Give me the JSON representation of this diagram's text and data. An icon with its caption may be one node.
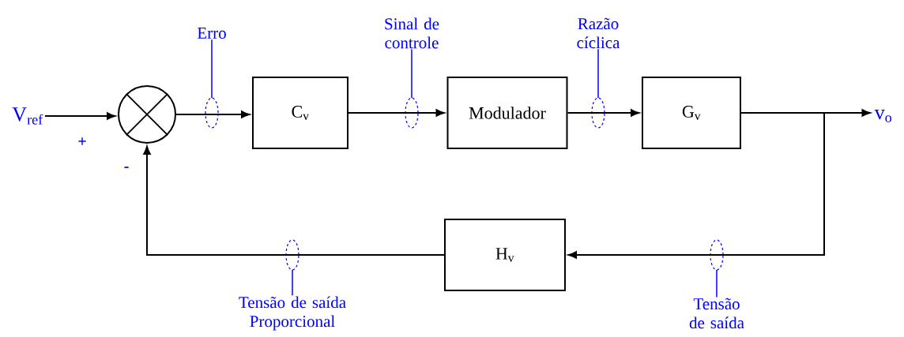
{
  "diagram": {
    "nodes": [
      {
        "text": [
          "V$_{ref}$"
        ]
      },
      {
        "text": [],
        "shape": "circle"
      },
      {
        "text": [
          "Erro"
        ]
      },
      {
        "text": [
          "C$_{v}$"
        ]
      },
      {
        "text": [
          "Sinal de controle"
        ]
      },
      {
        "text": [
          "Modulador"
        ]
      },
      {
        "text": [
          "Razão cíclica"
        ]
      },
      {
        "text": [
          "G$_{v}$"
        ]
      },
      {
        "text": [
          "v$_{o}$"
        ]
      },
      {
        "text": [
          "H$_{v}$"
        ]
      },
      {
        "text": [
          "Tensão de saída Proporcional"
        ]
      },
      {
        "text": [
          "Tensão de saída"
        ]
      }
    ],
    "edges": [
      {
        "from": 0,
        "to": 1,
        "arrow": "to"
      },
      {
        "from": 1,
        "to": 3,
        "arrow": "to"
      },
      {
        "from": 3,
        "to": 5,
        "arrow": "to"
      },
      {
        "from": 5,
        "to": 7,
        "arrow": "to"
      },
      {
        "from": 7,
        "to": 8,
        "arrow": "to"
      },
      {
        "from": 7,
        "to": 9,
        "arrow": "to"
      },
      {
        "from": 9,
        "to": 1,
        "arrow": "to"
      },
      {
        "from": 2,
        "to": null,
        "arrow": "none",
        "color": "#0000ff"
      },
      {
        "from": 4,
        "to": null,
        "arrow": "none",
        "color": "#0000ff"
      },
      {
        "from": 6,
        "to": null,
        "arrow": "none",
        "color": "#0000ff"
      },
      {
        "from": 10,
        "to": null,
        "arrow": "none",
        "color": "#0000ff"
      },
      {
        "from": 11,
        "to": null,
        "arrow": "none",
        "color": "#0000ff"
      }
    ],
    "labels": [
      "+",
      "-"
    ]
  }
}
